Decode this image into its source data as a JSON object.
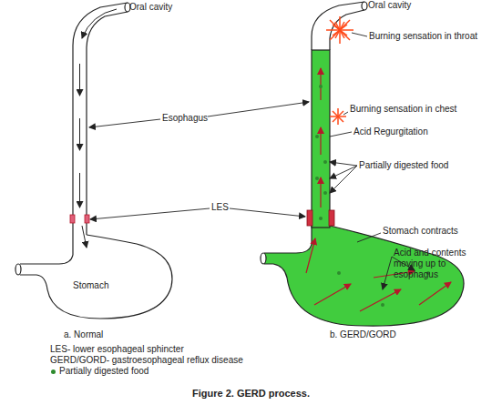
{
  "diagram": {
    "caption": "Figure 2. GERD process.",
    "nodes": [
      {
        "text": [
          "Stomach"
        ]
      }
    ],
    "labels": [
      "Oral cavity",
      "Oral cavity",
      "Burning sensation in throat",
      "Esophagus",
      "Burning sensation in chest",
      "Acid Regurgitation",
      "Partially digested food",
      "LES",
      "Stomach contracts",
      "Acid and contents moving up to esophagus",
      "a. Normal",
      "b. GERD/GORD",
      "LES- lower esophageal sphincter",
      "GERD/GORD- gastroesophageal reflux disease"
    ],
    "legend": [
      {
        "text": "Partially digested food",
        "color": "#2e8b2e"
      }
    ]
  }
}
